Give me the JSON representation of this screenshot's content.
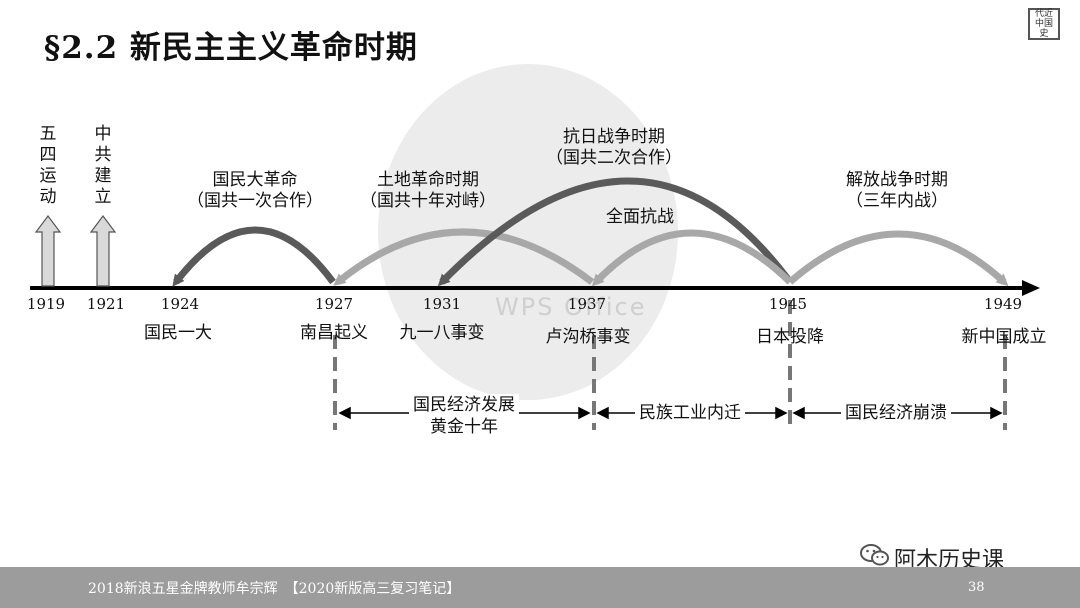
{
  "title": "§2.2 新民主主义革命时期",
  "logo_text": "代近 中国 史",
  "watermark_text": "WPS Office",
  "vertical_events": [
    {
      "text": "五四运动"
    },
    {
      "text": "中共建立"
    }
  ],
  "years": [
    "1919",
    "1921",
    "1924",
    "1927",
    "1931",
    "1937",
    "1945",
    "1949"
  ],
  "events": [
    "国民一大",
    "南昌起义",
    "九一八事变",
    "卢沟桥事变",
    "日本投降",
    "新中国成立"
  ],
  "periods": [
    {
      "line1": "国民大革命",
      "line2": "（国共一次合作）"
    },
    {
      "line1": "土地革命时期",
      "line2": "（国共十年对峙）"
    },
    {
      "line1": "抗日战争时期",
      "line2": "（国共二次合作）"
    },
    {
      "line1": "全面抗战",
      "line2": ""
    },
    {
      "line1": "解放战争时期",
      "line2": "（三年内战）"
    }
  ],
  "economy": [
    {
      "line1": "国民经济发展",
      "line2": "黄金十年"
    },
    {
      "line1": "民族工业内迁",
      "line2": ""
    },
    {
      "line1": "国民经济崩溃",
      "line2": ""
    }
  ],
  "footer": {
    "text": "2018新浪五星金牌教师牟宗辉　【2020新版高三复习笔记】",
    "page": "38"
  },
  "brand": {
    "icon": "wechat-icon",
    "name": "阿木历史课"
  },
  "colors": {
    "dark_arrow": "#5a5a5a",
    "light_arrow": "#a8a8a8",
    "footer": "#9c9c9c"
  }
}
